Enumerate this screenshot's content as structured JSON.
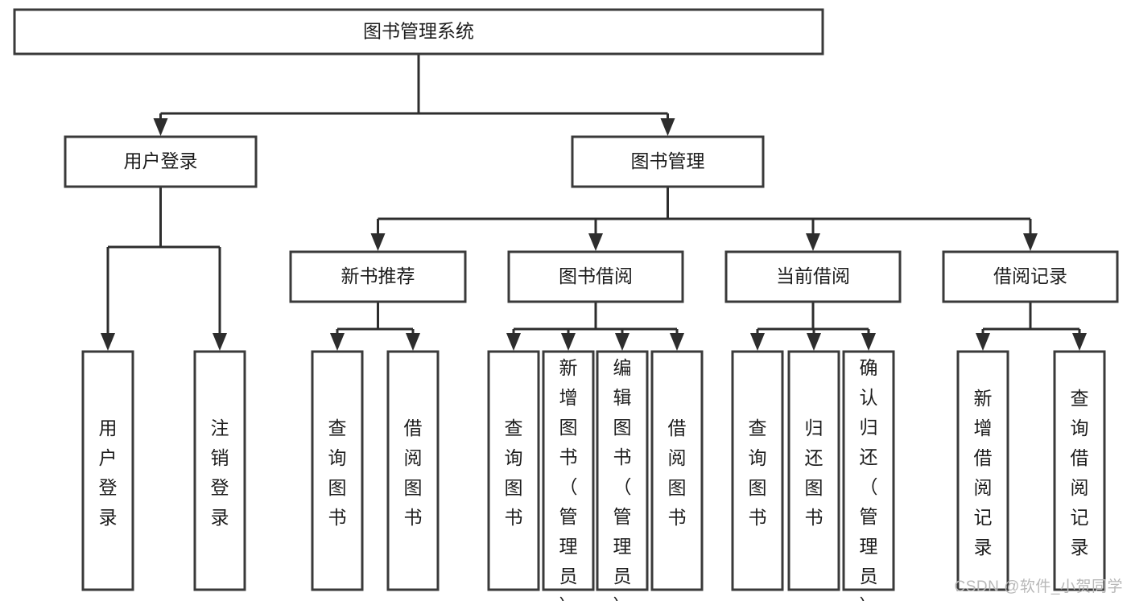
{
  "diagram": {
    "type": "tree",
    "title": "图书管理系统",
    "watermark": "CSDN @软件_小贺同学",
    "colors": {
      "box_stroke": "#3a3a3a",
      "connector": "#2d2d2d",
      "background": "#ffffff",
      "text": "#1c1c1c",
      "watermark": "#b8b8b8"
    },
    "root": {
      "label": "图书管理系统"
    },
    "level2": [
      {
        "label": "用户登录"
      },
      {
        "label": "图书管理"
      }
    ],
    "level3": [
      {
        "label": "新书推荐"
      },
      {
        "label": "图书借阅"
      },
      {
        "label": "当前借阅"
      },
      {
        "label": "借阅记录"
      }
    ],
    "leaves": {
      "user_login": [
        {
          "label": "用户登录"
        },
        {
          "label": "注销登录"
        }
      ],
      "new_book_recommend": [
        {
          "label": "查询图书"
        },
        {
          "label": "借阅图书"
        }
      ],
      "book_borrow": [
        {
          "label": "查询图书"
        },
        {
          "label": "新增图书（管理员）"
        },
        {
          "label": "编辑图书（管理员）"
        },
        {
          "label": "借阅图书"
        }
      ],
      "current_borrow": [
        {
          "label": "查询图书"
        },
        {
          "label": "归还图书"
        },
        {
          "label": "确认归还（管理员）"
        }
      ],
      "borrow_record": [
        {
          "label": "新增借阅记录"
        },
        {
          "label": "查询借阅记录"
        }
      ]
    }
  }
}
